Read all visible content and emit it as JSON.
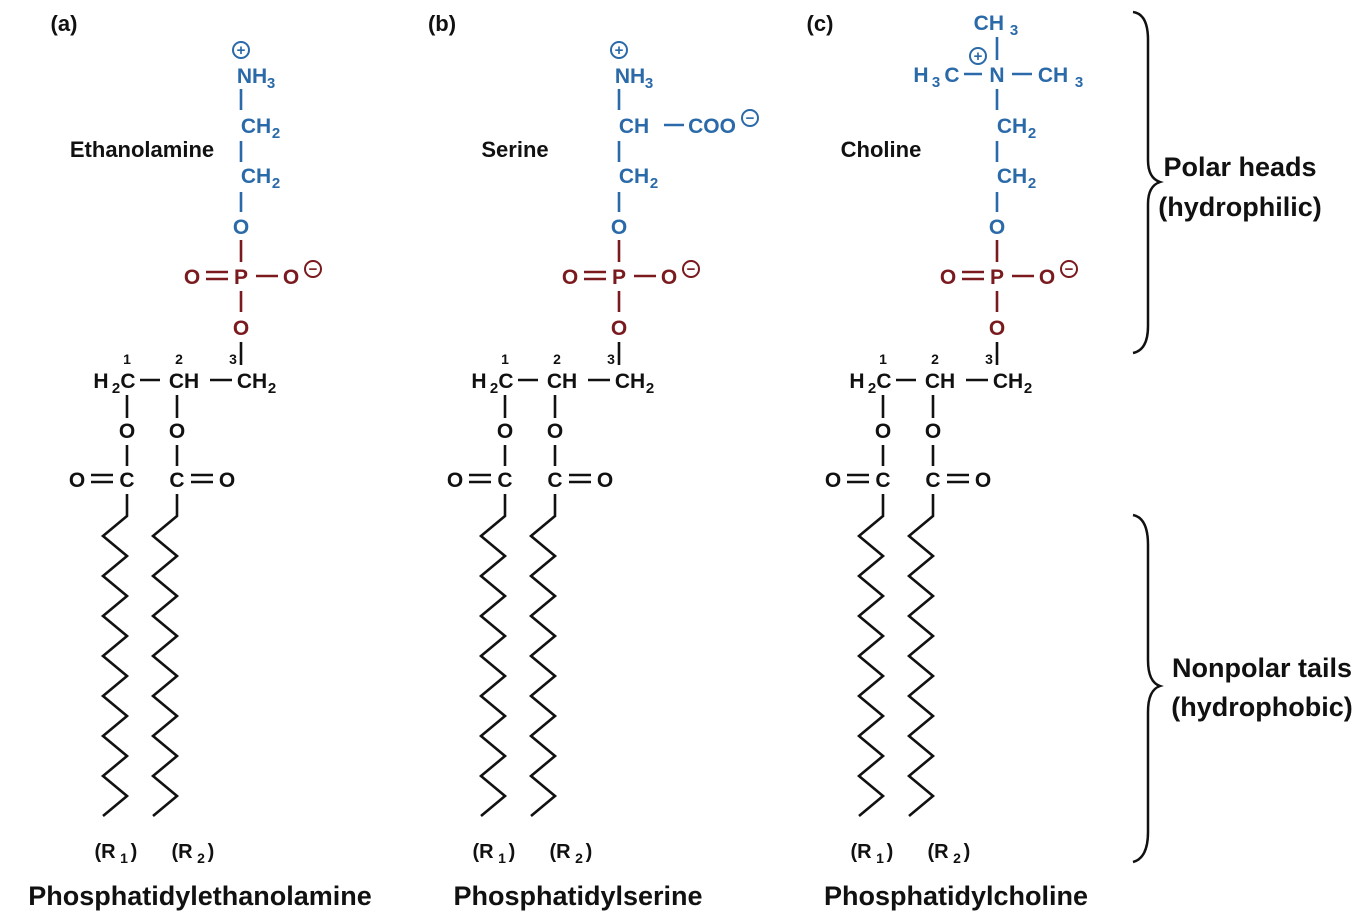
{
  "colors": {
    "head_group": "#2b6aa9",
    "phosphate": "#7a1a1e",
    "backbone": "#111111"
  },
  "panels": [
    {
      "letter": "(a)",
      "head_name": "Ethanolamine",
      "compound_name": "Phosphatidylethanolamine",
      "head_lines": {
        "l1": "NH",
        "l1_sub": "3",
        "l2": "CH",
        "l2_sub": "2",
        "l3": "CH",
        "l3_sub": "2"
      }
    },
    {
      "letter": "(b)",
      "head_name": "Serine",
      "compound_name": "Phosphatidylserine",
      "head_lines": {
        "l1": "NH",
        "l1_sub": "3",
        "l2": "CH",
        "l2_side": "COO",
        "l3": "CH",
        "l3_sub": "2"
      }
    },
    {
      "letter": "(c)",
      "head_name": "Choline",
      "compound_name": "Phosphatidylcholine",
      "head_lines": {
        "top": "CH",
        "top_sub": "3",
        "left": "H",
        "left_sub": "3",
        "left_c": "C",
        "center": "N",
        "right": "CH",
        "right_sub": "3",
        "l2": "CH",
        "l2_sub": "2",
        "l3": "CH",
        "l3_sub": "2"
      }
    }
  ],
  "phosphate": {
    "o_left": "O",
    "p": "P",
    "o_right": "O",
    "o_top": "O",
    "o_bottom": "O"
  },
  "glycerol": {
    "c1": "H",
    "c1_sub": "2",
    "c1_c": "C",
    "c2": "CH",
    "c3": "CH",
    "c3_sub": "2",
    "n1": "1",
    "n2": "2",
    "n3": "3",
    "ester_o": "O",
    "carbonyl_c": "C",
    "carbonyl_o": "O"
  },
  "tails": {
    "r1": "(R",
    "r1_sub": "1",
    "r1_close": ")",
    "r2": "(R",
    "r2_sub": "2",
    "r2_close": ")"
  },
  "charges": {
    "plus": "+",
    "minus": "−"
  },
  "brackets": {
    "polar_line1": "Polar heads",
    "polar_line2": "(hydrophilic)",
    "nonpolar_line1": "Nonpolar tails",
    "nonpolar_line2": "(hydrophobic)"
  }
}
